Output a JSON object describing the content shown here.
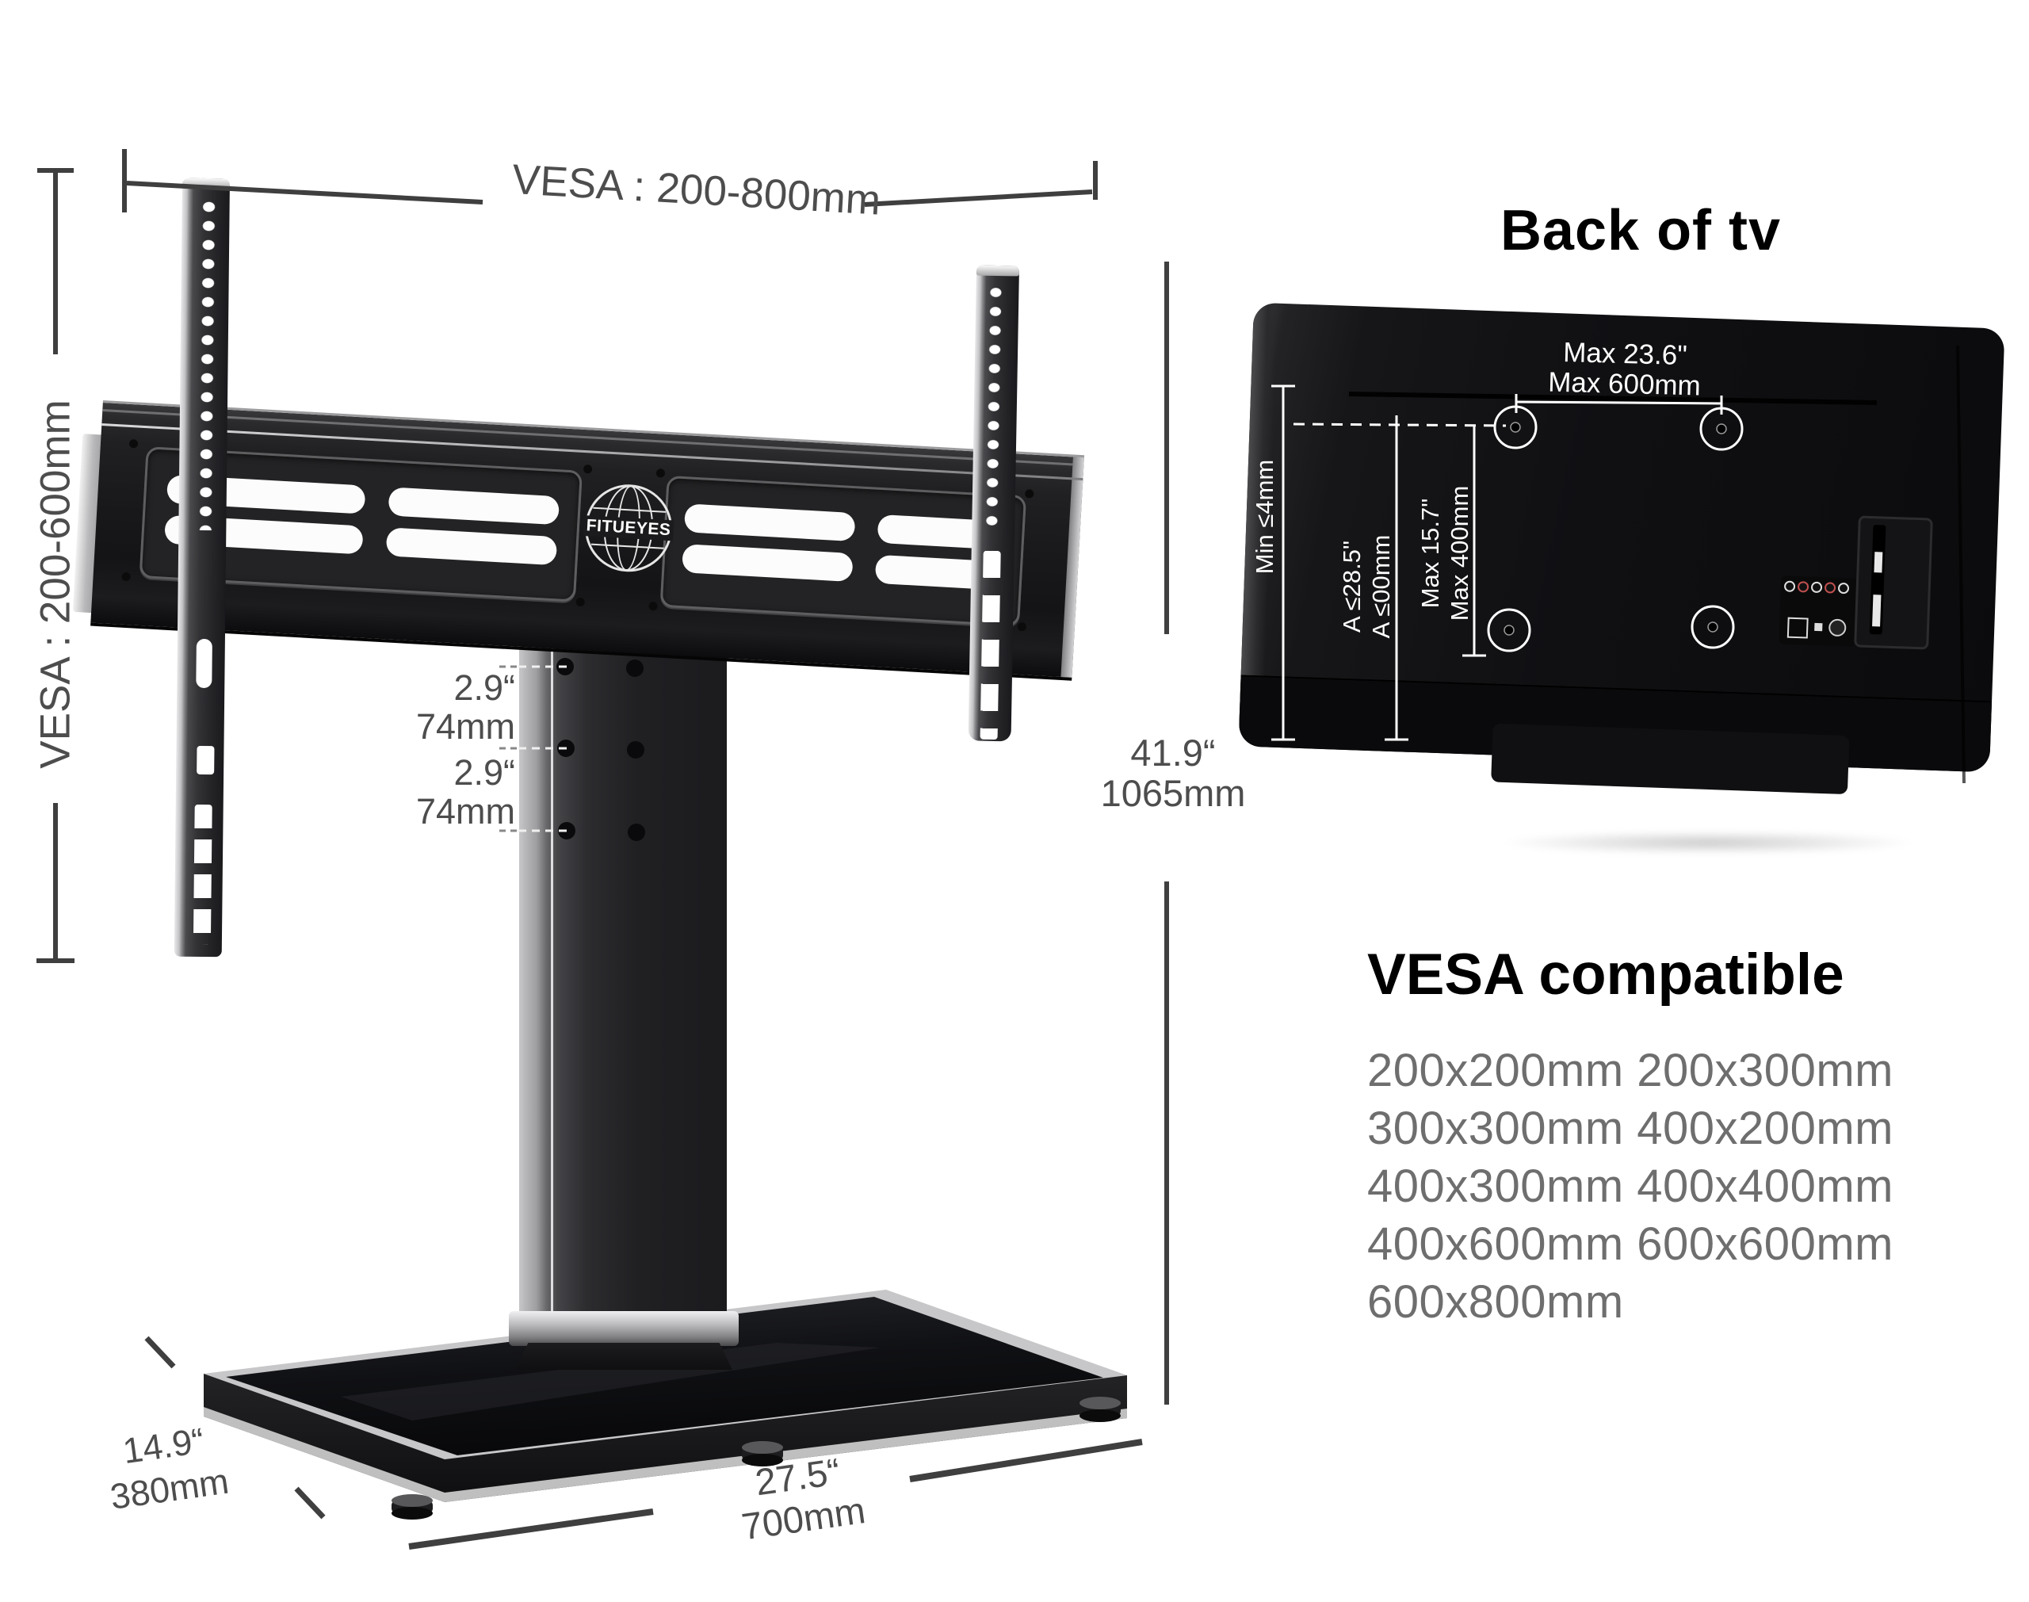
{
  "stand": {
    "logo": "FITUEYES",
    "dim_top": "VESA : 200-800mm",
    "dim_left": "VESA : 200-600mm",
    "hole_gap_1": {
      "inches": "2.9“",
      "mm": "74mm"
    },
    "hole_gap_2": {
      "inches": "2.9“",
      "mm": "74mm"
    },
    "height": {
      "inches": "41.9“",
      "mm": "1065mm"
    },
    "depth": {
      "inches": "14.9“",
      "mm": "380mm"
    },
    "width": {
      "inches": "27.5“",
      "mm": "700mm"
    }
  },
  "tv": {
    "title": "Back of  tv",
    "max_width_in": "Max 23.6\"",
    "max_width_mm": "Max 600mm",
    "edge_note": "Min ≤4mm",
    "a_limit_in": "A ≤28.5\"",
    "a_limit_mm": "A ≤00mm",
    "max_height_in": "Max 15.7\"",
    "max_height_mm": "Max 400mm"
  },
  "vesa": {
    "heading": "VESA compatible",
    "sizes": [
      "200x200mm 200x300mm",
      "300x300mm 400x200mm",
      "400x300mm 400x400mm",
      "400x600mm 600x600mm",
      "600x800mm"
    ]
  },
  "colors": {
    "stand_dark": "#1b1b1d",
    "dim_text": "#4d4d4d",
    "list_text": "#6e6e6e",
    "chrome": "#c8c8c8"
  }
}
